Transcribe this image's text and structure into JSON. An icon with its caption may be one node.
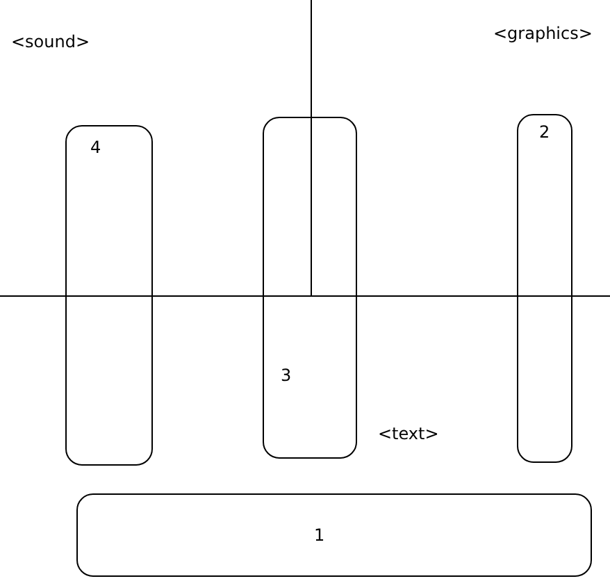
{
  "diagram": {
    "nodes": [
      {
        "text": [
          "4"
        ]
      },
      {
        "text": [
          "3"
        ]
      },
      {
        "text": [
          "2"
        ]
      },
      {
        "text": [
          "1"
        ]
      }
    ],
    "labels": [
      "<sound>",
      "<graphics>",
      "<text>"
    ]
  }
}
